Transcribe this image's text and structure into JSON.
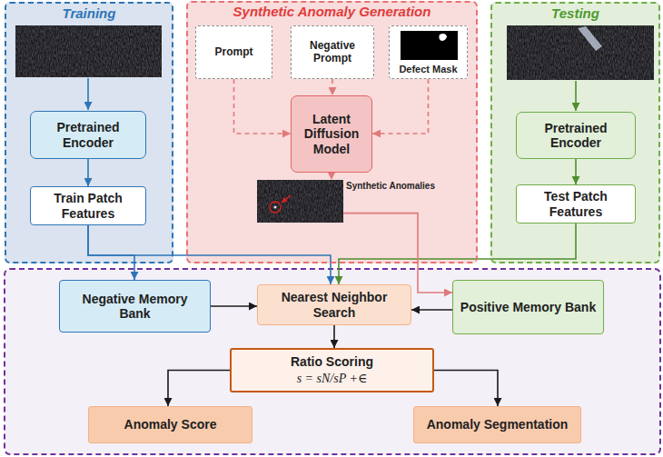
{
  "diagram": {
    "nodes": [
      {
        "text": [
          "Training"
        ]
      },
      {
        "text": [
          "Synthetic Anomaly Generation"
        ]
      },
      {
        "text": [
          "Testing"
        ]
      },
      {
        "text": [
          "Pretrained Encoder"
        ],
        "in": 0
      },
      {
        "text": [
          "Train Patch Features"
        ],
        "in": 0
      },
      {
        "text": [
          "Prompt"
        ],
        "in": 1
      },
      {
        "text": [
          "Negative Prompt"
        ],
        "in": 1
      },
      {
        "text": [
          "Defect Mask"
        ],
        "in": 1
      },
      {
        "text": [
          "Latent Diffusion Model"
        ],
        "in": 1
      },
      {
        "text": [
          "Synthetic Anomalies"
        ],
        "in": 1
      },
      {
        "text": [
          "Pretrained Encoder"
        ],
        "in": 2
      },
      {
        "text": [
          "Test Patch Features"
        ],
        "in": 2
      },
      {
        "text": [
          "Negative Memory Bank"
        ]
      },
      {
        "text": [
          "Nearest Neighbor Search"
        ]
      },
      {
        "text": [
          "Positive Memory Bank"
        ]
      },
      {
        "text": [
          "Ratio Scoring",
          "s = sN/sP +∈"
        ]
      },
      {
        "text": [
          "Anomaly Score"
        ]
      },
      {
        "text": [
          "Anomaly Segmentation"
        ]
      }
    ],
    "edges": [
      {
        "from": 3,
        "to": 4,
        "arrow": "to"
      },
      {
        "from": 5,
        "to": 8,
        "arrow": "to"
      },
      {
        "from": 6,
        "to": 8,
        "arrow": "to"
      },
      {
        "from": 7,
        "to": 8,
        "arrow": "to"
      },
      {
        "from": 8,
        "to": 9,
        "arrow": "to"
      },
      {
        "from": 10,
        "to": 11,
        "arrow": "to"
      },
      {
        "from": 4,
        "to": 12,
        "arrow": "to"
      },
      {
        "from": 4,
        "to": 13,
        "arrow": "to"
      },
      {
        "from": 11,
        "to": 13,
        "arrow": "to"
      },
      {
        "from": 9,
        "to": 14,
        "arrow": "to"
      },
      {
        "from": 12,
        "to": 13,
        "arrow": "to"
      },
      {
        "from": 14,
        "to": 13,
        "arrow": "to"
      },
      {
        "from": 13,
        "to": 15,
        "arrow": "to"
      },
      {
        "from": 15,
        "to": 16,
        "arrow": "to"
      },
      {
        "from": 15,
        "to": 17,
        "arrow": "to"
      }
    ]
  }
}
